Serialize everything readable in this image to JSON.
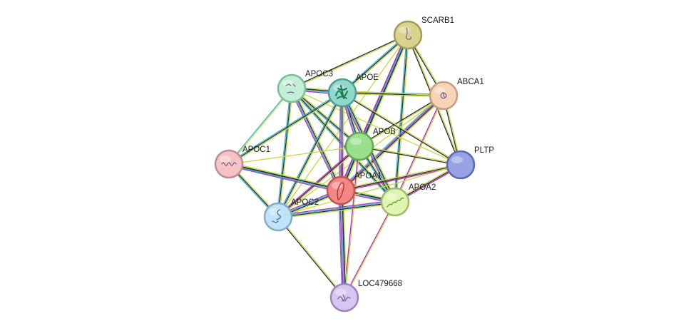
{
  "network": {
    "nodes": [
      {
        "id": "SCARB1",
        "label": "SCARB1",
        "fill": "#d8d48e",
        "stroke": "#a09c5a",
        "glyph": "protein-structure-icon"
      },
      {
        "id": "ABCA1",
        "label": "ABCA1",
        "fill": "#f8d3b6",
        "stroke": "#c39d84",
        "glyph": "protein-structure-icon"
      },
      {
        "id": "APOC3",
        "label": "APOC3",
        "fill": "#c2f0d6",
        "stroke": "#7fbc98",
        "glyph": "protein-structure-icon"
      },
      {
        "id": "APOE",
        "label": "APOE",
        "fill": "#8ed8cc",
        "stroke": "#4f9e92",
        "glyph": "protein-structure-icon"
      },
      {
        "id": "APOB",
        "label": "APOB",
        "fill": "#98e08e",
        "stroke": "#62a55a",
        "glyph": "none"
      },
      {
        "id": "PLTP",
        "label": "PLTP",
        "fill": "#97a3e4",
        "stroke": "#5b67b0",
        "glyph": "none"
      },
      {
        "id": "APOC1",
        "label": "APOC1",
        "fill": "#f5c3c6",
        "stroke": "#c08c90",
        "glyph": "protein-structure-icon"
      },
      {
        "id": "APOA1",
        "label": "APOA1",
        "fill": "#f28886",
        "stroke": "#c45250",
        "glyph": "protein-structure-icon"
      },
      {
        "id": "APOA2",
        "label": "APOA2",
        "fill": "#e0f5b0",
        "stroke": "#9cbd70",
        "glyph": "protein-structure-icon"
      },
      {
        "id": "APOC2",
        "label": "APOC2",
        "fill": "#bfe4f8",
        "stroke": "#82acc6",
        "glyph": "protein-structure-icon"
      },
      {
        "id": "LOC479668",
        "label": "LOC479668",
        "fill": "#d8c6f2",
        "stroke": "#9a86bc",
        "glyph": "protein-structure-icon"
      }
    ],
    "edge_colors": {
      "textmining": "#c8d84a",
      "coexpression": "#2a2a2a",
      "database": "#31b6c9",
      "experiments": "#b32ab8",
      "homology": "#7a5fd0"
    },
    "edges": [
      {
        "a": "SCARB1",
        "b": "APOC3",
        "types": [
          "textmining",
          "coexpression"
        ]
      },
      {
        "a": "SCARB1",
        "b": "APOE",
        "types": [
          "textmining",
          "coexpression",
          "database"
        ]
      },
      {
        "a": "SCARB1",
        "b": "APOB",
        "types": [
          "textmining",
          "coexpression",
          "database",
          "experiments"
        ]
      },
      {
        "a": "SCARB1",
        "b": "APOA1",
        "types": [
          "textmining",
          "coexpression",
          "database",
          "experiments"
        ]
      },
      {
        "a": "SCARB1",
        "b": "APOA2",
        "types": [
          "textmining",
          "coexpression",
          "database"
        ]
      },
      {
        "a": "SCARB1",
        "b": "PLTP",
        "types": [
          "textmining",
          "coexpression"
        ]
      },
      {
        "a": "SCARB1",
        "b": "ABCA1",
        "types": [
          "textmining",
          "coexpression"
        ]
      },
      {
        "a": "SCARB1",
        "b": "APOC2",
        "types": [
          "textmining"
        ]
      },
      {
        "a": "ABCA1",
        "b": "APOE",
        "types": [
          "textmining",
          "coexpression",
          "database"
        ]
      },
      {
        "a": "ABCA1",
        "b": "APOA1",
        "types": [
          "textmining",
          "coexpression",
          "experiments",
          "database"
        ]
      },
      {
        "a": "ABCA1",
        "b": "APOB",
        "types": [
          "textmining",
          "coexpression"
        ]
      },
      {
        "a": "ABCA1",
        "b": "PLTP",
        "types": [
          "textmining",
          "coexpression"
        ]
      },
      {
        "a": "ABCA1",
        "b": "APOA2",
        "types": [
          "textmining",
          "experiments"
        ]
      },
      {
        "a": "ABCA1",
        "b": "APOC3",
        "types": [
          "textmining"
        ]
      },
      {
        "a": "ABCA1",
        "b": "APOC2",
        "types": [
          "textmining"
        ]
      },
      {
        "a": "APOC3",
        "b": "APOE",
        "types": [
          "textmining",
          "coexpression",
          "database",
          "experiments"
        ]
      },
      {
        "a": "APOC3",
        "b": "APOB",
        "types": [
          "textmining",
          "coexpression",
          "database"
        ]
      },
      {
        "a": "APOC3",
        "b": "APOA1",
        "types": [
          "textmining",
          "coexpression",
          "database",
          "experiments"
        ]
      },
      {
        "a": "APOC3",
        "b": "APOC1",
        "types": [
          "textmining",
          "database"
        ]
      },
      {
        "a": "APOC3",
        "b": "APOC2",
        "types": [
          "textmining",
          "coexpression",
          "database"
        ]
      },
      {
        "a": "APOC3",
        "b": "APOA2",
        "types": [
          "textmining",
          "coexpression",
          "database"
        ]
      },
      {
        "a": "APOC3",
        "b": "PLTP",
        "types": [
          "textmining"
        ]
      },
      {
        "a": "APOE",
        "b": "APOB",
        "types": [
          "textmining",
          "coexpression",
          "database",
          "experiments"
        ]
      },
      {
        "a": "APOE",
        "b": "APOA1",
        "types": [
          "textmining",
          "coexpression",
          "database",
          "experiments"
        ]
      },
      {
        "a": "APOE",
        "b": "APOC1",
        "types": [
          "textmining",
          "coexpression",
          "database"
        ]
      },
      {
        "a": "APOE",
        "b": "APOC2",
        "types": [
          "textmining",
          "coexpression",
          "database"
        ]
      },
      {
        "a": "APOE",
        "b": "APOA2",
        "types": [
          "textmining",
          "coexpression",
          "database",
          "experiments"
        ]
      },
      {
        "a": "APOE",
        "b": "PLTP",
        "types": [
          "textmining",
          "coexpression"
        ]
      },
      {
        "a": "APOE",
        "b": "LOC479668",
        "types": [
          "textmining",
          "experiments"
        ]
      },
      {
        "a": "APOB",
        "b": "APOA1",
        "types": [
          "textmining",
          "coexpression",
          "database",
          "experiments"
        ]
      },
      {
        "a": "APOB",
        "b": "APOA2",
        "types": [
          "textmining",
          "coexpression",
          "database"
        ]
      },
      {
        "a": "APOB",
        "b": "APOC1",
        "types": [
          "textmining"
        ]
      },
      {
        "a": "APOB",
        "b": "APOC2",
        "types": [
          "textmining",
          "coexpression",
          "experiments"
        ]
      },
      {
        "a": "APOB",
        "b": "PLTP",
        "types": [
          "textmining",
          "coexpression"
        ]
      },
      {
        "a": "APOB",
        "b": "LOC479668",
        "types": [
          "textmining",
          "experiments"
        ]
      },
      {
        "a": "APOC1",
        "b": "APOA1",
        "types": [
          "textmining",
          "coexpression",
          "database",
          "experiments"
        ]
      },
      {
        "a": "APOC1",
        "b": "APOC2",
        "types": [
          "textmining",
          "coexpression",
          "database"
        ]
      },
      {
        "a": "APOC1",
        "b": "APOA2",
        "types": [
          "textmining",
          "coexpression",
          "database"
        ]
      },
      {
        "a": "APOA1",
        "b": "APOA2",
        "types": [
          "textmining",
          "coexpression",
          "database",
          "experiments"
        ]
      },
      {
        "a": "APOA1",
        "b": "APOC2",
        "types": [
          "textmining",
          "coexpression",
          "database",
          "experiments"
        ]
      },
      {
        "a": "APOA1",
        "b": "PLTP",
        "types": [
          "textmining",
          "coexpression",
          "experiments"
        ]
      },
      {
        "a": "APOA1",
        "b": "LOC479668",
        "types": [
          "textmining",
          "coexpression",
          "database",
          "experiments",
          "homology"
        ]
      },
      {
        "a": "APOA2",
        "b": "APOC2",
        "types": [
          "textmining",
          "coexpression",
          "database",
          "experiments"
        ]
      },
      {
        "a": "APOA2",
        "b": "PLTP",
        "types": [
          "textmining",
          "coexpression",
          "experiments"
        ]
      },
      {
        "a": "APOA2",
        "b": "LOC479668",
        "types": [
          "textmining",
          "experiments"
        ]
      },
      {
        "a": "APOC2",
        "b": "PLTP",
        "types": [
          "textmining"
        ]
      },
      {
        "a": "APOC2",
        "b": "LOC479668",
        "types": [
          "textmining",
          "coexpression"
        ]
      }
    ]
  }
}
